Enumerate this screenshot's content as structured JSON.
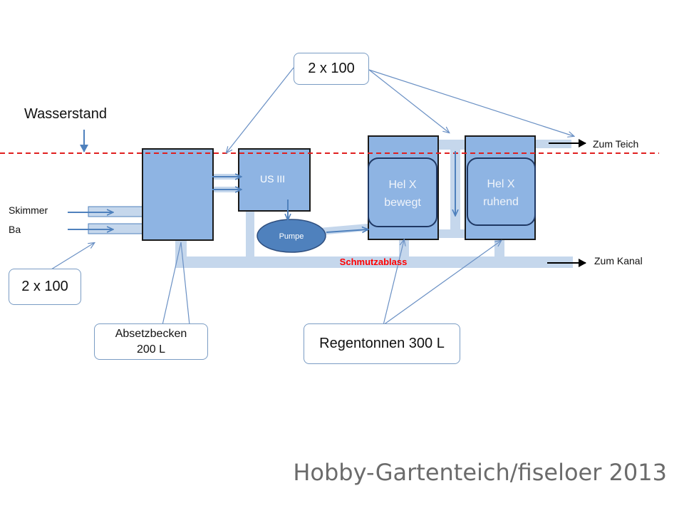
{
  "labels": {
    "water_level": "Wasserstand",
    "skimmer": "Skimmer",
    "ba": "Ba",
    "to_pond": "Zum Teich",
    "to_canal": "Zum Kanal",
    "dirt_drain": "Schmutzablass",
    "pump": "Pumpe",
    "us3": "US III",
    "helx_moving_1": "Hel X",
    "helx_moving_2": "bewegt",
    "helx_resting_1": "Hel X",
    "helx_resting_2": "ruhend"
  },
  "callouts": {
    "top": "2 x 100",
    "left": "2 x 100",
    "settling_1": "Absetzbecken",
    "settling_2": "200 L",
    "barrels": "Regentonnen 300 L"
  },
  "footer": "Hobby-Gartenteich/fiseloer 2013",
  "colors": {
    "tank_fill": "#8eb4e3",
    "tank_border": "#1a1a1a",
    "pipe": "#c5d7ec",
    "pump_fill": "#4f81bd",
    "arrow_blue": "#4f81bd",
    "water_line": "#e02020",
    "dirt_drain_text": "#ff0000"
  }
}
